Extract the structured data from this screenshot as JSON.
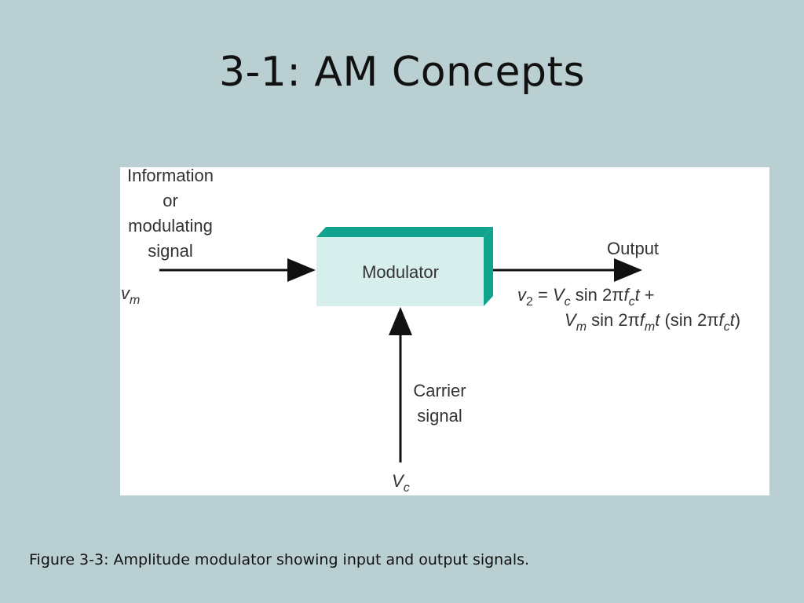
{
  "slide": {
    "title": "3-1: AM Concepts",
    "caption": "Figure 3-3: Amplitude modulator showing input and output signals."
  },
  "diagram": {
    "input_label": [
      "Information",
      "or",
      "modulating",
      "signal"
    ],
    "input_symbol": "v",
    "input_symbol_sub": "m",
    "block_label": "Modulator",
    "output_label": "Output",
    "output_eq_line1": [
      "v",
      "2",
      " = ",
      "V",
      "c",
      " sin 2π",
      "f",
      "c",
      "t",
      " +"
    ],
    "output_eq_line2": [
      "V",
      "m",
      " sin 2π",
      "f",
      "m",
      "t",
      " (sin 2π",
      "f",
      "c",
      "t",
      ")"
    ],
    "carrier_label": [
      "Carrier",
      "signal"
    ],
    "carrier_symbol": "V",
    "carrier_symbol_sub": "c",
    "colors": {
      "block_face": "#d7efec",
      "block_edge": "#12a38e",
      "arrow": "#111111",
      "background": "#bacfd1"
    }
  }
}
